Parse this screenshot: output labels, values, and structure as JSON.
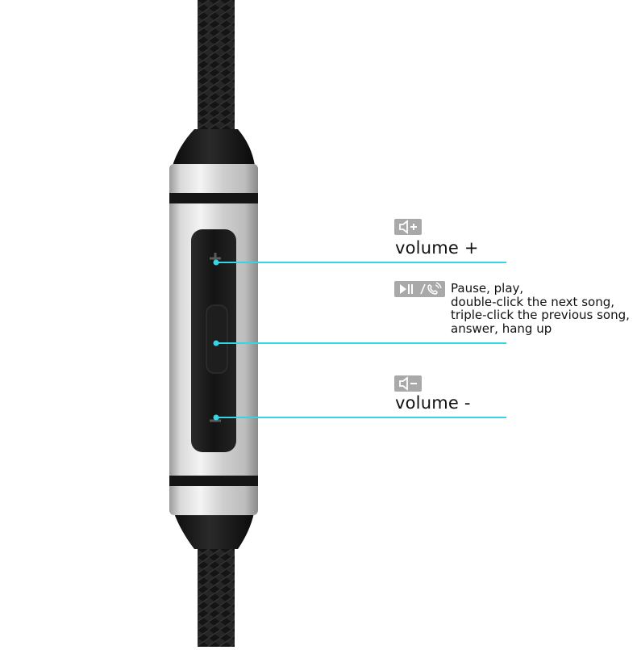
{
  "annotations": {
    "volume_up": {
      "icon": "speaker-plus-icon",
      "label": "volume +"
    },
    "play_pause": {
      "icon": "play-pause-phone-icon",
      "description": [
        "Pause, play,",
        "double-click the next song,",
        "triple-click the previous song,",
        "answer, hang up"
      ]
    },
    "volume_down": {
      "icon": "speaker-minus-icon",
      "label": "volume -"
    }
  },
  "colors": {
    "leader_line": "#33d6e6",
    "badge": "#a9a9a9",
    "cable": "#161616",
    "housing_metal": "#c9c9c9",
    "button_panel": "#1a1a1a"
  }
}
